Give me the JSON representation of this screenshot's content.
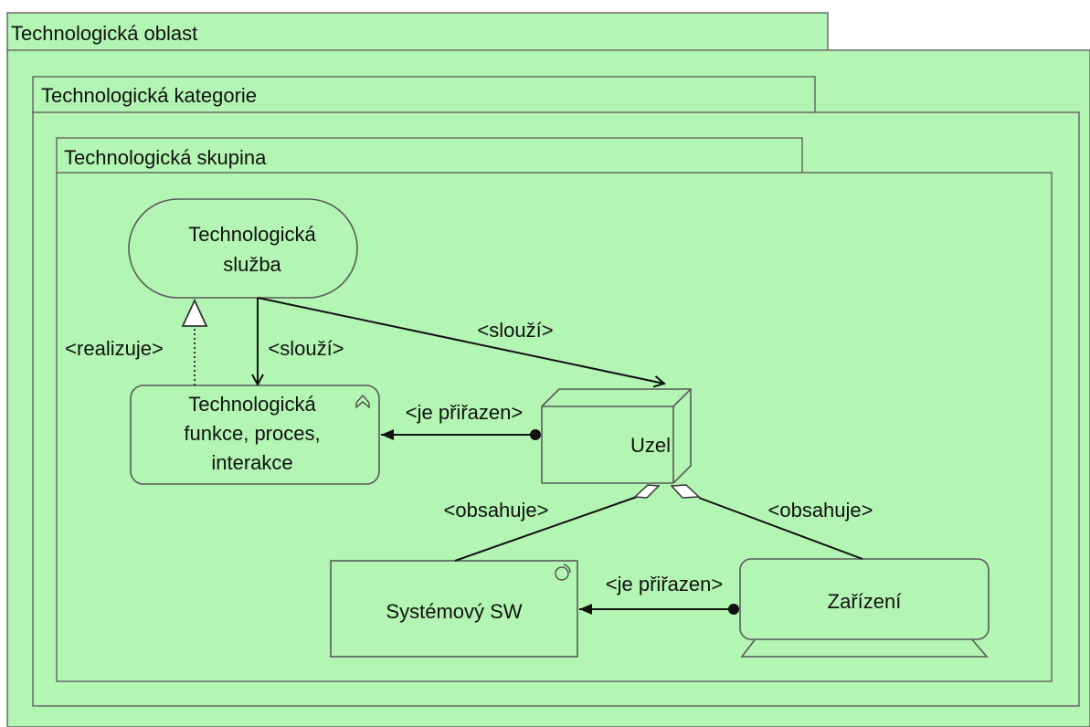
{
  "diagram": {
    "colors": {
      "fill": "#b3f5b3",
      "stroke": "#5a5a5a",
      "text": "#111111",
      "background": "#ffffff"
    },
    "containers": {
      "oblast": "Technologická oblast",
      "kategorie": "Technologická kategorie",
      "skupina": "Technologická skupina"
    },
    "nodes": {
      "sluzba": {
        "line1": "Technologická",
        "line2": "služba"
      },
      "funkce": {
        "line1": "Technologická",
        "line2": "funkce, proces,",
        "line3": "interakce",
        "icon": "function-chevron-icon"
      },
      "uzel": {
        "label": "Uzel",
        "icon": "node-box-3d"
      },
      "systemovy_sw": {
        "label": "Systémový SW",
        "icon": "system-software-icon"
      },
      "zarizeni": {
        "label": "Zařízení",
        "icon": "device-base"
      }
    },
    "relations": {
      "realizuje": "<realizuje>",
      "slouzi_funkce": "<slouží>",
      "slouzi_uzel": "<slouží>",
      "prirazen_uzel_funkce": "<je přiřazen>",
      "prirazen_zarizeni_sw": "<je přiřazen>",
      "obsahuje_sw": "<obsahuje>",
      "obsahuje_zarizeni": "<obsahuje>"
    }
  }
}
